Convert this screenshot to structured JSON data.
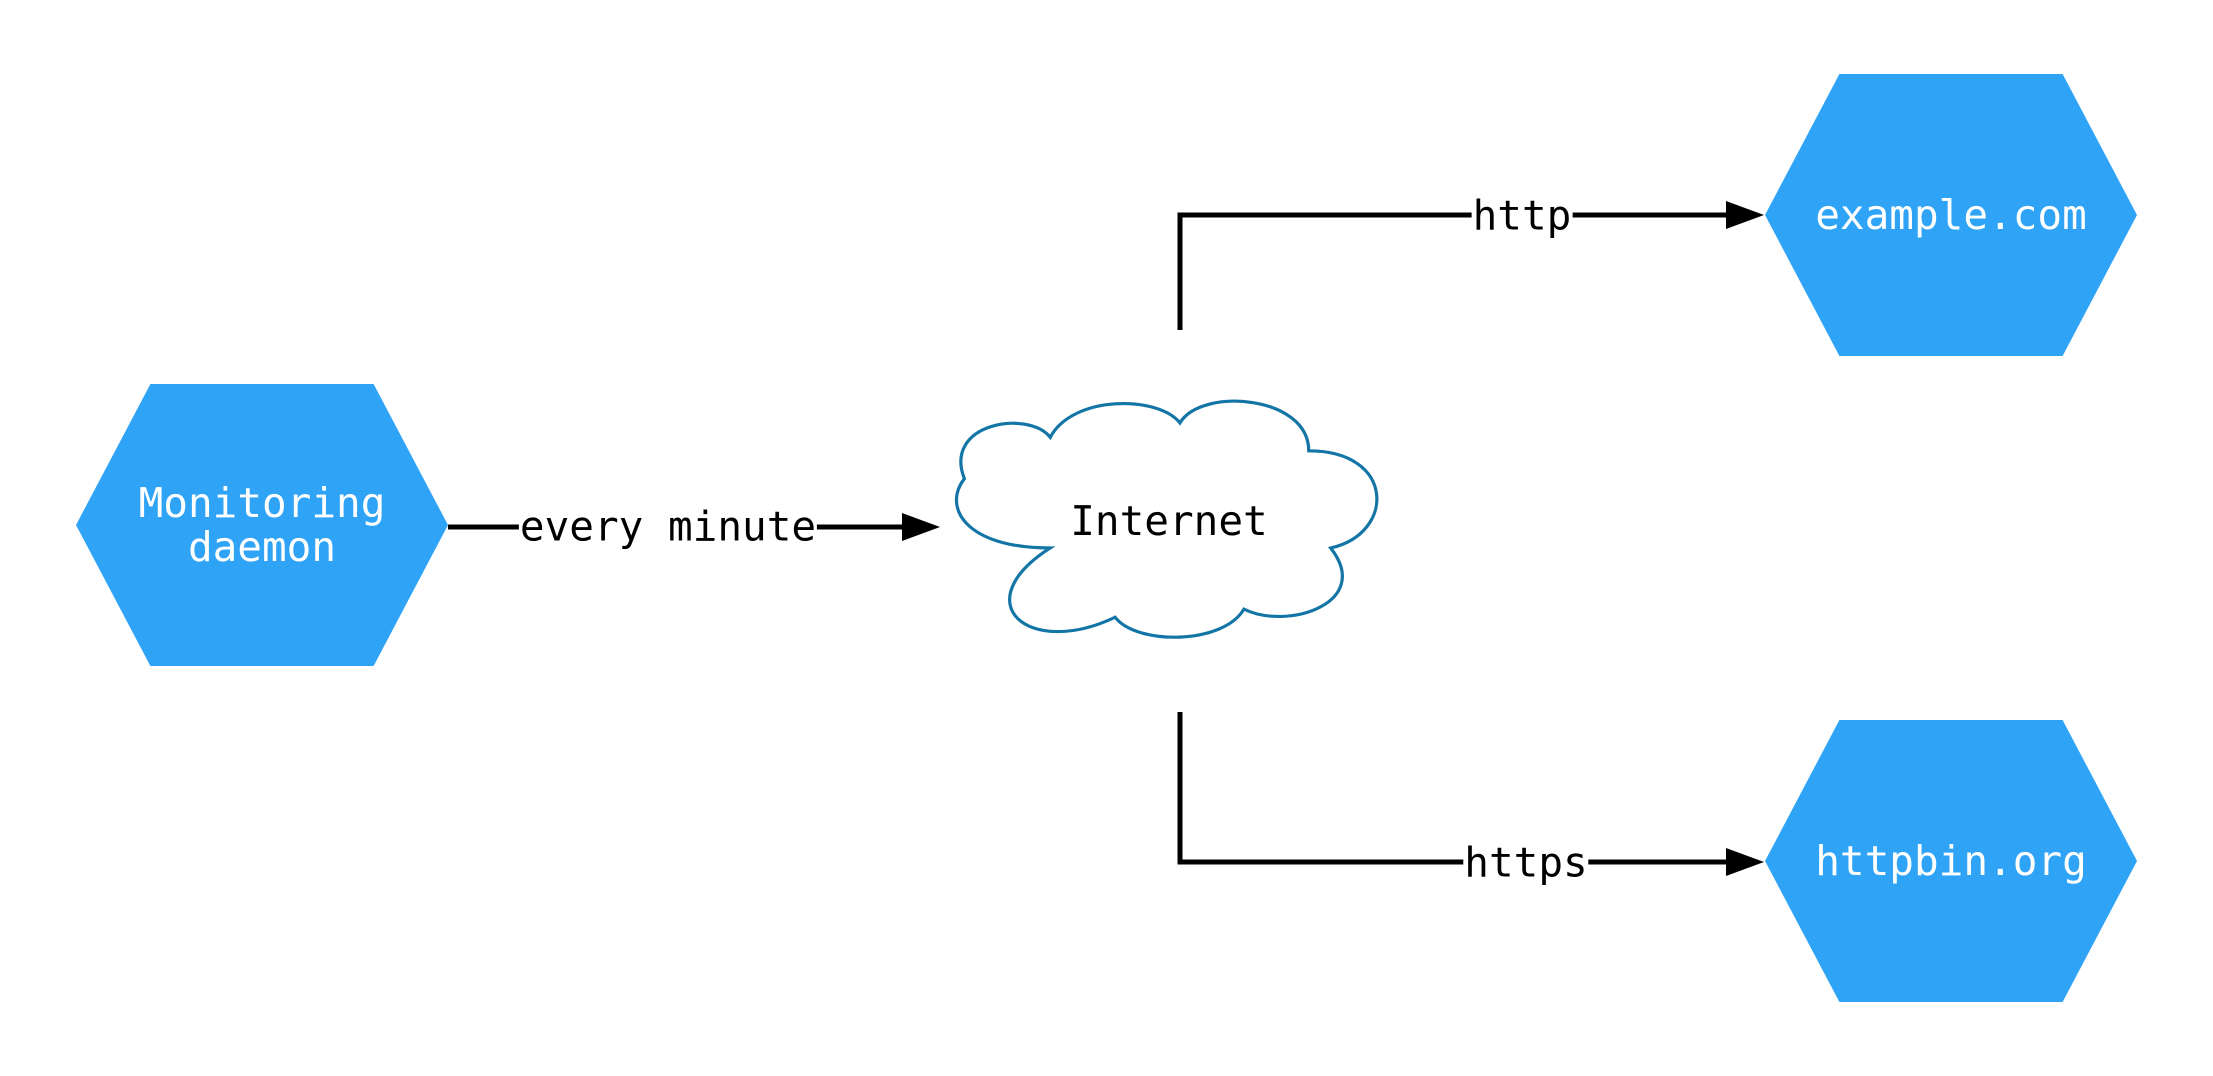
{
  "diagram": {
    "type": "network-diagram",
    "nodes": [
      {
        "id": "monitoring-daemon",
        "shape": "hexagon",
        "label": "Monitoring\ndaemon"
      },
      {
        "id": "internet",
        "shape": "cloud",
        "label": "Internet"
      },
      {
        "id": "example-com",
        "shape": "hexagon",
        "label": "example.com"
      },
      {
        "id": "httpbin-org",
        "shape": "hexagon",
        "label": "httpbin.org"
      }
    ],
    "edges": [
      {
        "from": "monitoring-daemon",
        "to": "internet",
        "label": "every minute"
      },
      {
        "from": "internet",
        "to": "example-com",
        "label": "http"
      },
      {
        "from": "internet",
        "to": "httpbin-org",
        "label": "https"
      }
    ],
    "colors": {
      "node_fill": "#2FA4F7",
      "node_text": "#FFFFFF",
      "cloud_fill": "#FFFFFF",
      "cloud_stroke": "#1375A6",
      "connector": "#000000",
      "edge_label_text": "#000000",
      "background": "#FFFFFF"
    }
  }
}
